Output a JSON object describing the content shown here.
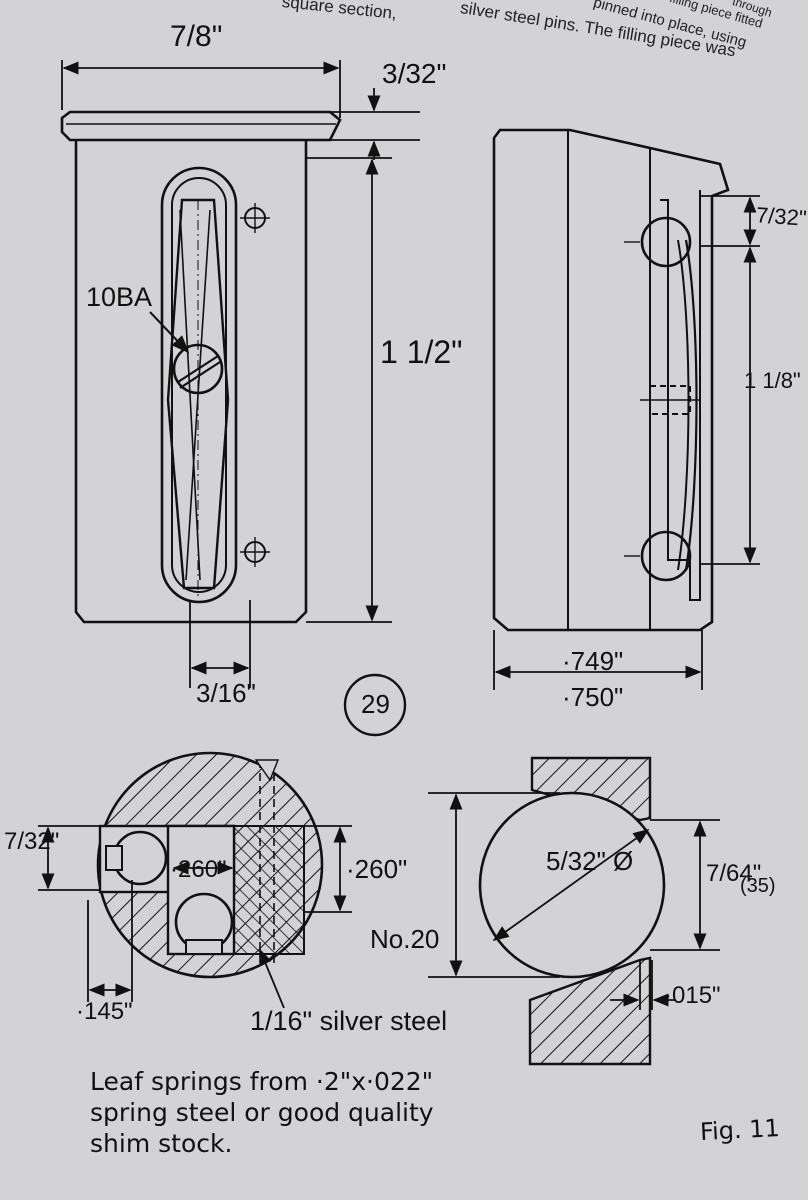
{
  "header": {
    "line1": "square section,",
    "line2": "silver steel pins. The filling piece was",
    "line3": "pinned into place, using",
    "line4": "filling piece fitted",
    "line5": "through"
  },
  "dims_top_left": {
    "width": "7/8\"",
    "thickness": "3/32\"",
    "tapped": "10BA",
    "height": "1 1/2\"",
    "slot": "3/16\""
  },
  "dims_top_right": {
    "upper": "7/32\"",
    "middle": "1 1/8\"",
    "min_width": "·749\"",
    "max_width": "·750\""
  },
  "figure_number": "29",
  "dims_bottom_left": {
    "left_offset": "7/32\"",
    "inner_width": "·260\"",
    "height": "·260\"",
    "bottom_offset": "·145\"",
    "pin": "1/16\" silver steel",
    "drill_size": "No.20"
  },
  "dims_bottom_right": {
    "diameter": "5/32\" Ø",
    "height": "7/64\"",
    "height_alt": "(35)",
    "gap": "·015\""
  },
  "note": {
    "line1": "Leaf springs from ·2\"x·022\"",
    "line2": "spring steel or good quality",
    "line3": "shim stock."
  },
  "fig_label": "Fig. 11"
}
